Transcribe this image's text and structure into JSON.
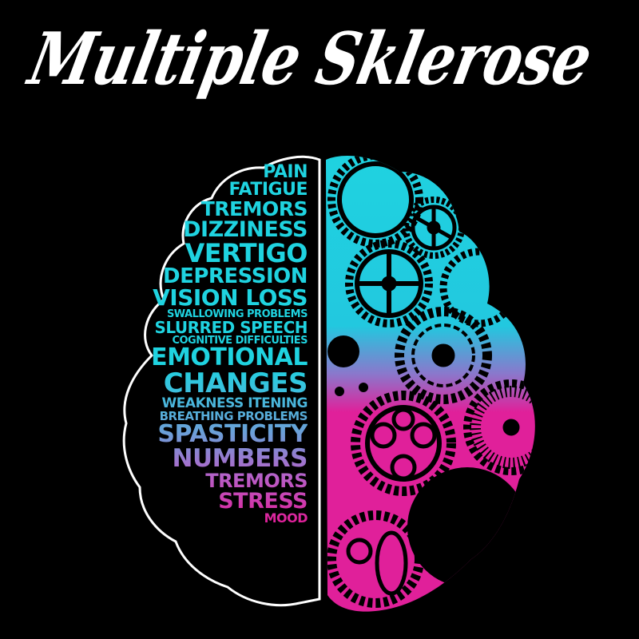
{
  "title": "Multiple Sklerose",
  "colors": {
    "background": "#000000",
    "title": "#ffffff",
    "cyan": "#1fd3e0",
    "purple": "#9b6fc8",
    "magenta": "#e0209a",
    "outline": "#ffffff"
  },
  "left_hemisphere": {
    "words": [
      {
        "text": "PAIN",
        "size": 22
      },
      {
        "text": "FATIGUE",
        "size": 22
      },
      {
        "text": "TREMORS",
        "size": 25
      },
      {
        "text": "DIZZINESS",
        "size": 27
      },
      {
        "text": "VERTIGO",
        "size": 32
      },
      {
        "text": "DEPRESSION",
        "size": 26
      },
      {
        "text": "VISION LOSS",
        "size": 28
      },
      {
        "text": "SWALLOWING PROBLEMS",
        "size": 13
      },
      {
        "text": "SLURRED SPEECH",
        "size": 20
      },
      {
        "text": "COGNITIVE DIFFICULTIES",
        "size": 13
      },
      {
        "text": "EMOTIONAL",
        "size": 30
      },
      {
        "text": "CHANGES",
        "size": 34
      },
      {
        "text": "WEAKNESS ITENING",
        "size": 17
      },
      {
        "text": "BREATHING PROBLEMS",
        "size": 15
      },
      {
        "text": "SPASTICITY",
        "size": 30
      },
      {
        "text": "NUMBERS",
        "size": 31
      },
      {
        "text": "TREMORS",
        "size": 24
      },
      {
        "text": "STRESS",
        "size": 27
      },
      {
        "text": "MOOD",
        "size": 16
      }
    ]
  },
  "right_hemisphere": {
    "description": "gears and cogs silhouette with cyan-to-magenta gradient",
    "icons": [
      "gear-icon",
      "gear-icon",
      "gear-icon",
      "gear-icon",
      "gear-icon",
      "spoked-wheel-icon",
      "leaf-icon"
    ]
  }
}
